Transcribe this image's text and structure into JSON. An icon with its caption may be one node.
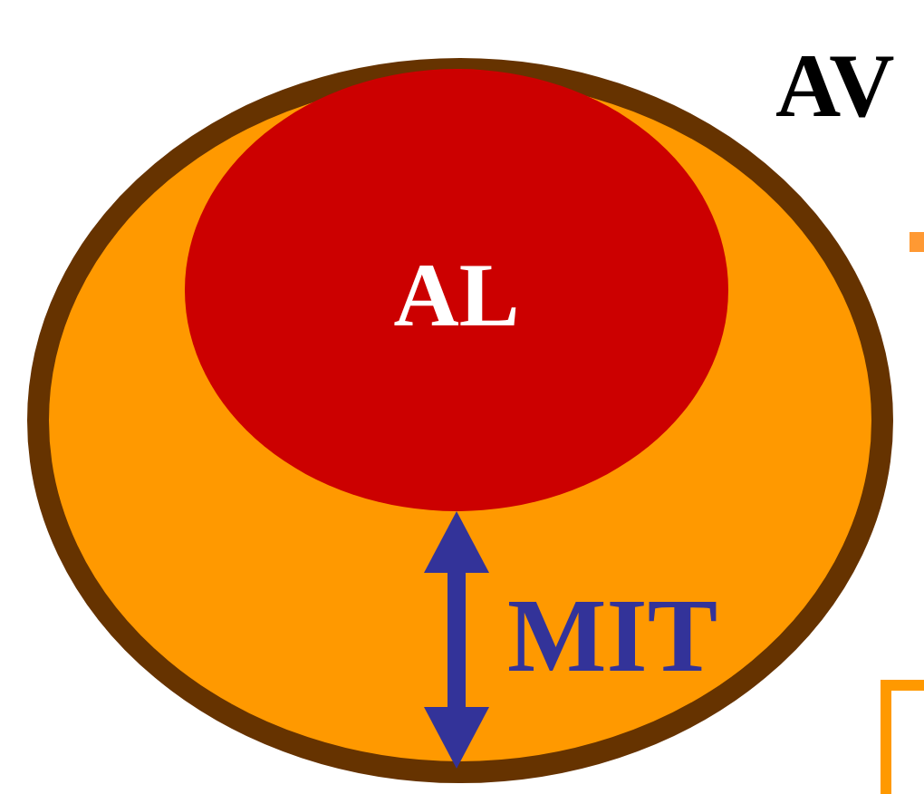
{
  "diagram": {
    "nodes": [
      {
        "text": [],
        "shape": "circle"
      },
      {
        "text": [
          "AL"
        ],
        "in": 0
      }
    ],
    "labels": [
      "AV",
      "MIT"
    ]
  }
}
